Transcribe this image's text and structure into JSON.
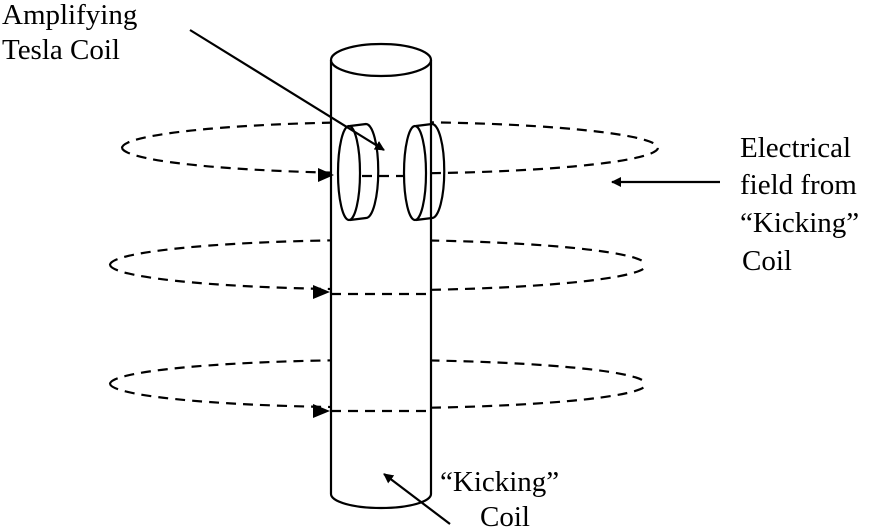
{
  "labels": {
    "amplifying_line1": "Amplifying",
    "amplifying_line2": "Tesla Coil",
    "field_line1": "Electrical",
    "field_line2": "field from",
    "field_line3": "“Kicking”",
    "field_line4": "Coil",
    "kicking_line1": "“Kicking”",
    "kicking_line2": "Coil"
  },
  "colors": {
    "ink": "#000000",
    "background": "#ffffff"
  }
}
